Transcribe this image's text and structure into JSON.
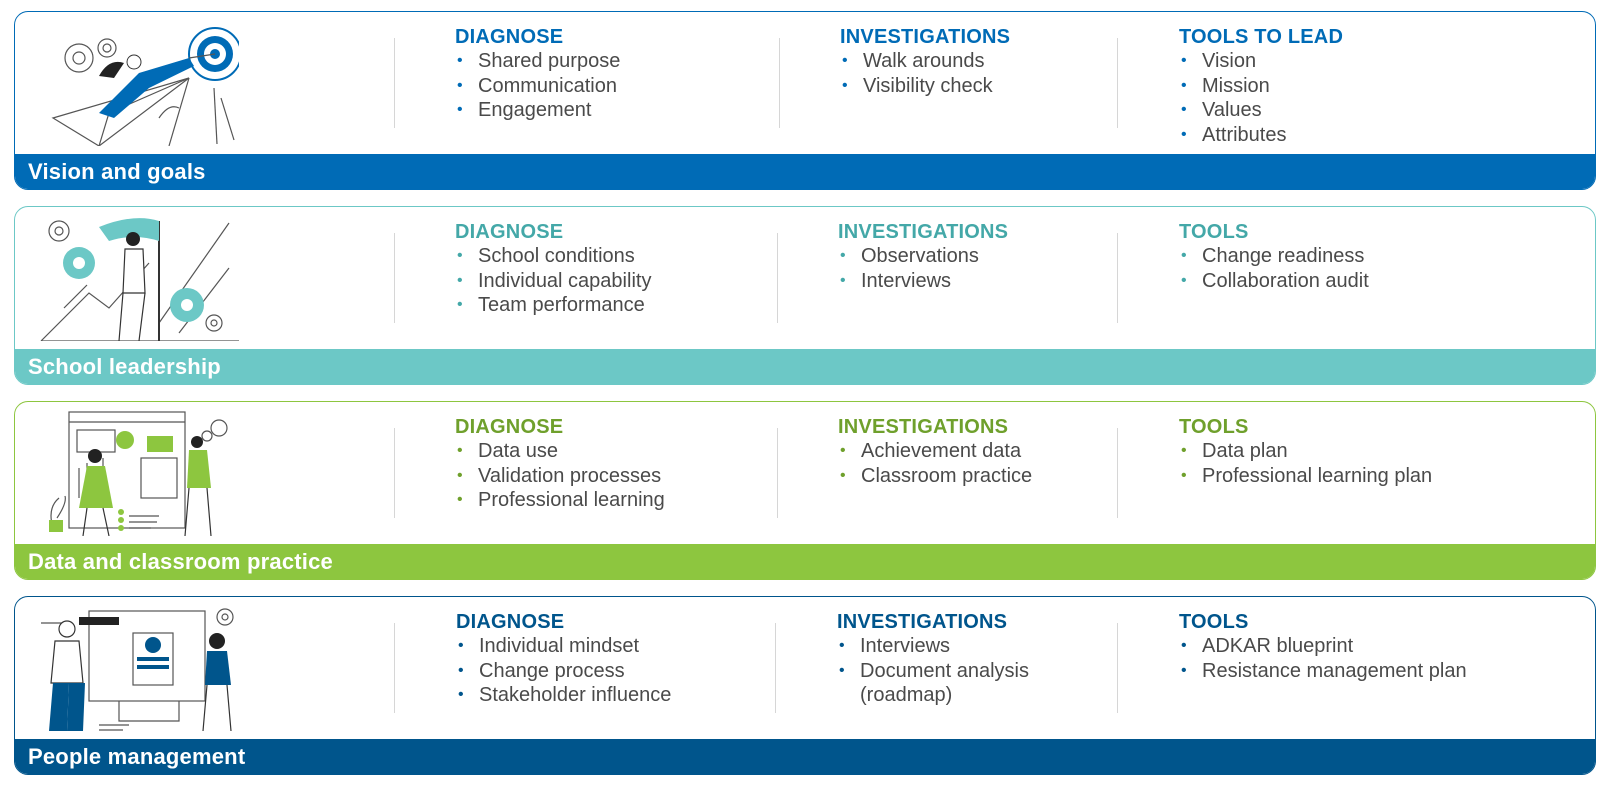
{
  "sections": [
    {
      "title": "Vision and goals",
      "accent": "#006bb6",
      "head": "#006bb6",
      "columns": [
        {
          "heading": "DIAGNOSE",
          "items": [
            "Shared purpose",
            "Communication",
            "Engagement"
          ]
        },
        {
          "heading": "INVESTIGATIONS",
          "items": [
            "Walk arounds",
            "Visibility check"
          ]
        },
        {
          "heading": "TOOLS TO LEAD",
          "items": [
            "Vision",
            "Mission",
            "Values",
            "Attributes"
          ]
        }
      ],
      "icon": "person-on-paper-plane-target-icon"
    },
    {
      "title": "School leadership",
      "accent": "#6cc8c6",
      "head": "#44a8a8",
      "columns": [
        {
          "heading": "DIAGNOSE",
          "items": [
            "School conditions",
            "Individual capability",
            "Team performance"
          ]
        },
        {
          "heading": "INVESTIGATIONS",
          "items": [
            "Observations",
            "Interviews"
          ]
        },
        {
          "heading": "TOOLS",
          "items": [
            "Change readiness",
            "Collaboration audit"
          ]
        }
      ],
      "icon": "leader-with-flag-gears-icon"
    },
    {
      "title": "Data and classroom practice",
      "accent": "#8dc63f",
      "head": "#6fa02c",
      "columns": [
        {
          "heading": "DIAGNOSE",
          "items": [
            "Data use",
            "Validation processes",
            "Professional learning"
          ]
        },
        {
          "heading": "INVESTIGATIONS",
          "items": [
            "Achievement data",
            "Classroom practice"
          ]
        },
        {
          "heading": "TOOLS",
          "items": [
            "Data plan",
            "Professional learning plan"
          ]
        }
      ],
      "icon": "people-at-data-board-icon"
    },
    {
      "title": "People management",
      "accent": "#00558c",
      "head": "#00558c",
      "columns": [
        {
          "heading": "DIAGNOSE",
          "items": [
            "Individual mindset",
            "Change process",
            "Stakeholder influence"
          ]
        },
        {
          "heading": "INVESTIGATIONS",
          "items": [
            "Interviews",
            "Document analysis\n(roadmap)"
          ]
        },
        {
          "heading": "TOOLS",
          "items": [
            "ADKAR blueprint",
            "Resistance management plan"
          ]
        }
      ],
      "icon": "people-with-profile-screen-icon"
    }
  ]
}
